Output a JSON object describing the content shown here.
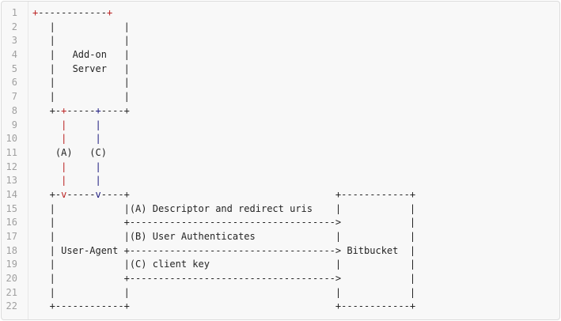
{
  "theme": {
    "page_bg": "#ffffff",
    "container_bg": "#f8f8f8",
    "container_border": "#dcdcdc",
    "gutter_separator": "#e7e7e7",
    "line_number_color": "#a0a0a0",
    "code_default_color": "#242424",
    "accent_red": "#ba2121",
    "accent_navy": "#19177c"
  },
  "code_block": {
    "diagram_entities": {
      "top_box": "Add-on Server",
      "left_box": "User-Agent",
      "right_box": "Bitbucket",
      "step_a": "(A) Descriptor and redirect uris",
      "step_b": "(B) User Authenticates",
      "step_c": "(C) client key"
    },
    "lines": [
      {
        "n": 1,
        "segments": [
          {
            "t": "+",
            "c": "red"
          },
          {
            "t": "------------"
          },
          {
            "t": "+",
            "c": "red"
          }
        ]
      },
      {
        "n": 2,
        "segments": [
          {
            "t": "   |            |"
          }
        ]
      },
      {
        "n": 3,
        "segments": [
          {
            "t": "   |            |"
          }
        ]
      },
      {
        "n": 4,
        "segments": [
          {
            "t": "   |   Add-on   |"
          }
        ]
      },
      {
        "n": 5,
        "segments": [
          {
            "t": "   |   Server   |"
          }
        ]
      },
      {
        "n": 6,
        "segments": [
          {
            "t": "   |            |"
          }
        ]
      },
      {
        "n": 7,
        "segments": [
          {
            "t": "   |            |"
          }
        ]
      },
      {
        "n": 8,
        "segments": [
          {
            "t": "   +-"
          },
          {
            "t": "+",
            "c": "red"
          },
          {
            "t": "-----"
          },
          {
            "t": "+",
            "c": "navy"
          },
          {
            "t": "----+"
          }
        ]
      },
      {
        "n": 9,
        "segments": [
          {
            "t": "     "
          },
          {
            "t": "|",
            "c": "red"
          },
          {
            "t": "     "
          },
          {
            "t": "|",
            "c": "navy"
          }
        ]
      },
      {
        "n": 10,
        "segments": [
          {
            "t": "     "
          },
          {
            "t": "|",
            "c": "red"
          },
          {
            "t": "     "
          },
          {
            "t": "|",
            "c": "navy"
          }
        ]
      },
      {
        "n": 11,
        "segments": [
          {
            "t": "    (A)   (C)"
          }
        ]
      },
      {
        "n": 12,
        "segments": [
          {
            "t": "     "
          },
          {
            "t": "|",
            "c": "red"
          },
          {
            "t": "     "
          },
          {
            "t": "|",
            "c": "navy"
          }
        ]
      },
      {
        "n": 13,
        "segments": [
          {
            "t": "     "
          },
          {
            "t": "|",
            "c": "red"
          },
          {
            "t": "     "
          },
          {
            "t": "|",
            "c": "navy"
          }
        ]
      },
      {
        "n": 14,
        "segments": [
          {
            "t": "   +-"
          },
          {
            "t": "v",
            "c": "red"
          },
          {
            "t": "-----"
          },
          {
            "t": "v",
            "c": "navy"
          },
          {
            "t": "----+                                    +------------+"
          }
        ]
      },
      {
        "n": 15,
        "segments": [
          {
            "t": "   |            |(A) Descriptor and redirect uris    |            |"
          }
        ]
      },
      {
        "n": 16,
        "segments": [
          {
            "t": "   |            +------------------------------------>            |"
          }
        ]
      },
      {
        "n": 17,
        "segments": [
          {
            "t": "   |            |(B) User Authenticates              |            |"
          }
        ]
      },
      {
        "n": 18,
        "segments": [
          {
            "t": "   | User-Agent +------------------------------------> Bitbucket  |"
          }
        ]
      },
      {
        "n": 19,
        "segments": [
          {
            "t": "   |            |(C) client key                      |            |"
          }
        ]
      },
      {
        "n": 20,
        "segments": [
          {
            "t": "   |            +------------------------------------>            |"
          }
        ]
      },
      {
        "n": 21,
        "segments": [
          {
            "t": "   |            |                                    |            |"
          }
        ]
      },
      {
        "n": 22,
        "segments": [
          {
            "t": "   +------------+                                    +------------+"
          }
        ]
      }
    ]
  }
}
